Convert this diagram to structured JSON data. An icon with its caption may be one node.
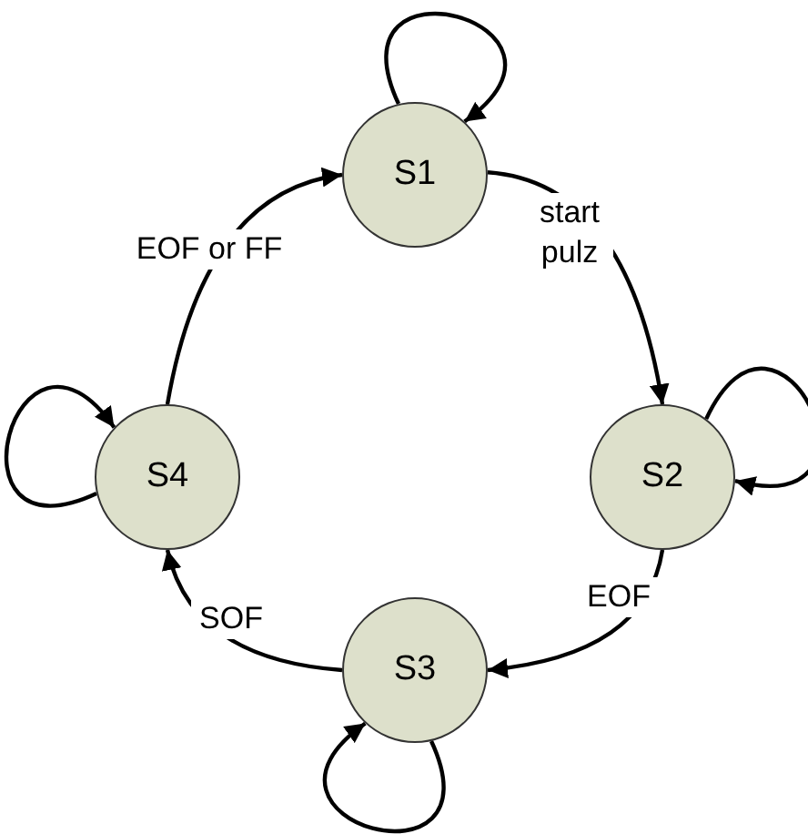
{
  "diagram": {
    "nodes": [
      {
        "text": [
          "S1"
        ]
      },
      {
        "text": [
          "S2"
        ]
      },
      {
        "text": [
          "S3"
        ]
      },
      {
        "text": [
          "S4"
        ]
      }
    ],
    "edges": [
      {
        "from": 0,
        "to": 0,
        "arrow": "to"
      },
      {
        "from": 0,
        "to": 1,
        "arrow": "to",
        "label": "start pulz"
      },
      {
        "from": 1,
        "to": 1,
        "arrow": "to"
      },
      {
        "from": 1,
        "to": 2,
        "arrow": "to",
        "label": "EOF"
      },
      {
        "from": 2,
        "to": 2,
        "arrow": "to"
      },
      {
        "from": 2,
        "to": 3,
        "arrow": "to",
        "label": "SOF"
      },
      {
        "from": 3,
        "to": 3,
        "arrow": "to"
      },
      {
        "from": 3,
        "to": 0,
        "arrow": "to",
        "label": "EOF or FF"
      }
    ]
  }
}
